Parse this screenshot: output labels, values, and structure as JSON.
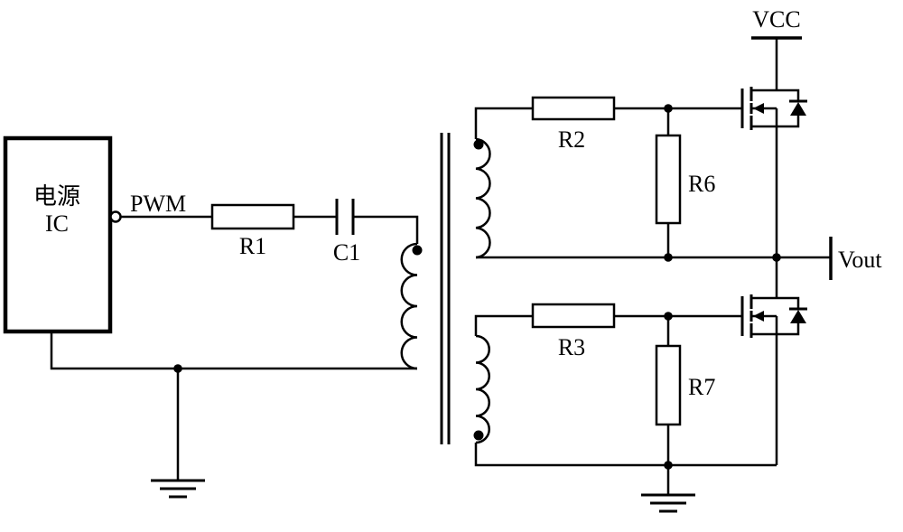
{
  "diagram": {
    "type": "circuit-schematic",
    "background": "#ffffff",
    "line_color": "#000000",
    "components": {
      "power_ic": {
        "label_line1": "电源",
        "label_line2": "IC"
      },
      "pwm": {
        "label": "PWM"
      },
      "r1": {
        "label": "R1"
      },
      "c1": {
        "label": "C1"
      },
      "r2": {
        "label": "R2"
      },
      "r3": {
        "label": "R3"
      },
      "r6": {
        "label": "R6"
      },
      "r7": {
        "label": "R7"
      },
      "vcc": {
        "label": "VCC"
      },
      "vout": {
        "label": "Vout"
      }
    }
  }
}
